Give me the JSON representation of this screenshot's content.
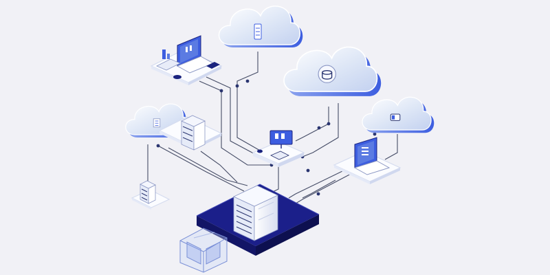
{
  "scene": {
    "description_free": true
  },
  "colors": {
    "background": "#f1f1f6",
    "platform_light": "#fbfcff",
    "platform_stroke": "#d5dcef",
    "platform_dark": "#1b1f8a",
    "cloud_fill": "#dde6f6",
    "cloud_side": "#5b7be2",
    "accent_blue": "#3d5ee0",
    "deep_blue": "#1a237e",
    "line": "#454c66",
    "node": "#2a3570"
  },
  "nodes": [
    {
      "id": "cloud-top",
      "icon": "server-icon"
    },
    {
      "id": "cloud-center-right",
      "icon": "database-icon"
    },
    {
      "id": "cloud-right",
      "icon": "battery-icon"
    },
    {
      "id": "cloud-left",
      "icon": "document-icon"
    },
    {
      "id": "laptop-workstation-top-left",
      "icon": "laptop-icon"
    },
    {
      "id": "server-rack-left",
      "icon": "server-rack-icon"
    },
    {
      "id": "small-server-bottom-left",
      "icon": "server-rack-icon"
    },
    {
      "id": "center-hub",
      "icon": "monitor-icon"
    },
    {
      "id": "laptop-right",
      "icon": "laptop-icon"
    },
    {
      "id": "main-server-platform",
      "icon": "server-tower-icon"
    },
    {
      "id": "wireframe-cube",
      "icon": "cube-icon"
    }
  ]
}
